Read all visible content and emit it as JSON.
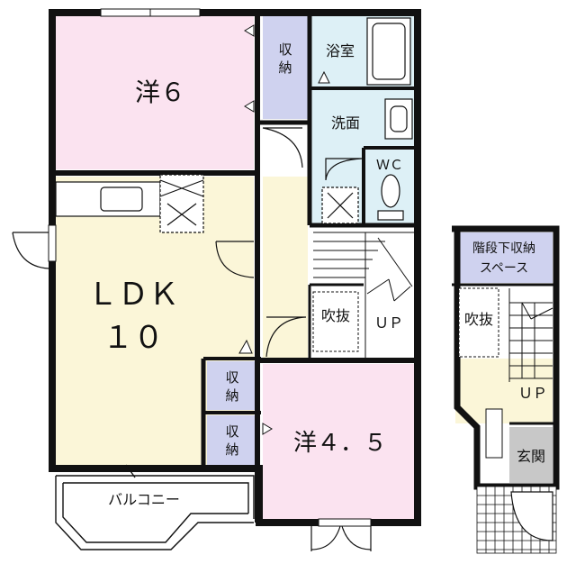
{
  "rooms": {
    "western6": "洋６",
    "closet1": "収納",
    "bath": "浴室",
    "washroom": "洗面",
    "wc": "ＷＣ",
    "ldk_line1": "ＬＤＫ",
    "ldk_line2": "１０",
    "void1": "吹抜",
    "up1": "ＵＰ",
    "closet2": "収納",
    "closet3": "収納",
    "western45": "洋４．５",
    "balcony": "バルコニー",
    "under_stair_line1": "階段下収納",
    "under_stair_line2": "スペース",
    "void2": "吹抜",
    "up2": "ＵＰ",
    "entrance": "玄関"
  },
  "colors": {
    "western": "#fbe3f0",
    "closet": "#cfd2ef",
    "wet": "#ddf0f6",
    "ldk": "#fbf6d8",
    "entrance": "#c8c8c8",
    "wall": "#111111"
  }
}
